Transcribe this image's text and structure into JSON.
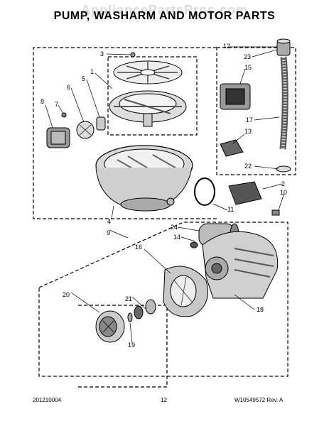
{
  "watermark": "AppliancePartsPros.com",
  "title": "PUMP, WASHARM AND MOTOR PARTS",
  "footer": {
    "doc_number": "201210004",
    "page_number": "12",
    "part_info": "W10549572  Rev. A"
  },
  "callouts": [
    "1",
    "2",
    "3",
    "4",
    "5",
    "6",
    "7",
    "8",
    "9",
    "10",
    "11",
    "12",
    "13",
    "14",
    "15",
    "16",
    "17",
    "18",
    "19",
    "20",
    "21",
    "22",
    "23",
    "24"
  ],
  "colors": {
    "ink": "#000000",
    "part_fill": "#e8e8e8",
    "part_dark": "#777777"
  }
}
